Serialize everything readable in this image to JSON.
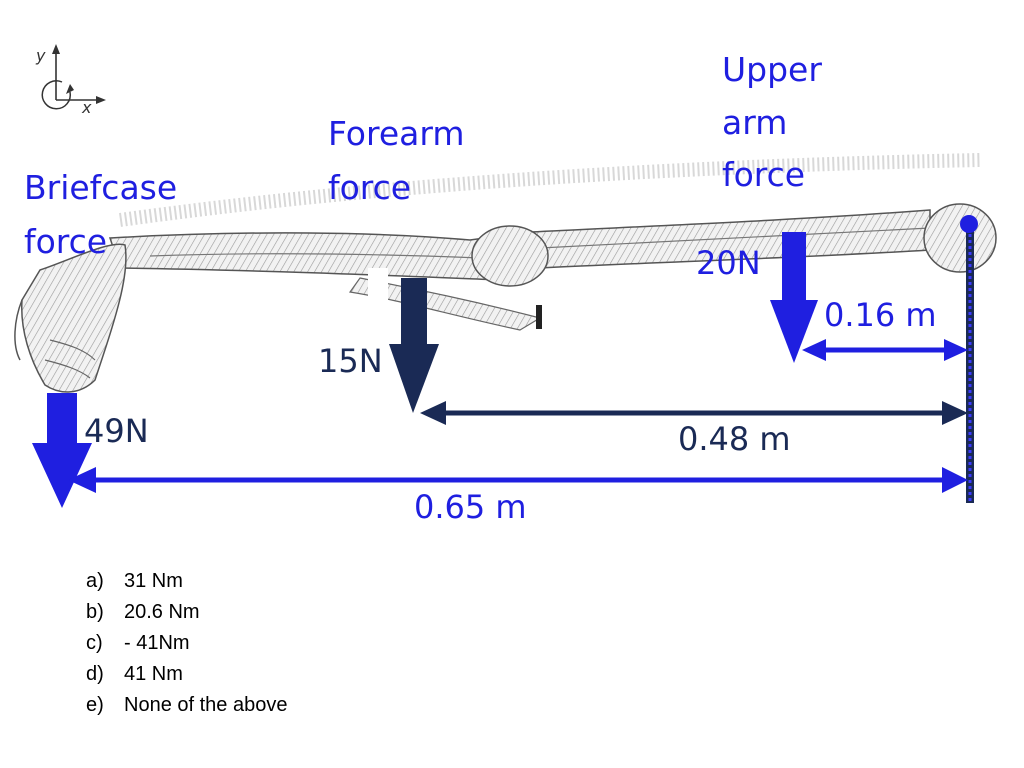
{
  "axes": {
    "y_label": "y",
    "x_label": "x"
  },
  "labels": {
    "briefcase": [
      "Briefcase",
      "force"
    ],
    "forearm": [
      "Forearm",
      "force"
    ],
    "upper_arm": [
      "Upper",
      "arm",
      "force"
    ]
  },
  "forces": {
    "briefcase": "49N",
    "forearm": "15N",
    "upper_arm": "20N"
  },
  "distances": {
    "upper_arm": "0.16 m",
    "forearm": "0.48 m",
    "briefcase": "0.65 m"
  },
  "colors": {
    "blue": "#1f1fe0",
    "navy": "#1a2a55",
    "bone": "#c8c8c8"
  },
  "answers": [
    {
      "key": "a)",
      "text": "31 Nm"
    },
    {
      "key": "b)",
      "text": "20.6 Nm"
    },
    {
      "key": "c)",
      "text": "- 41Nm"
    },
    {
      "key": "d)",
      "text": "41 Nm"
    },
    {
      "key": "e)",
      "text": "None of the above"
    }
  ]
}
